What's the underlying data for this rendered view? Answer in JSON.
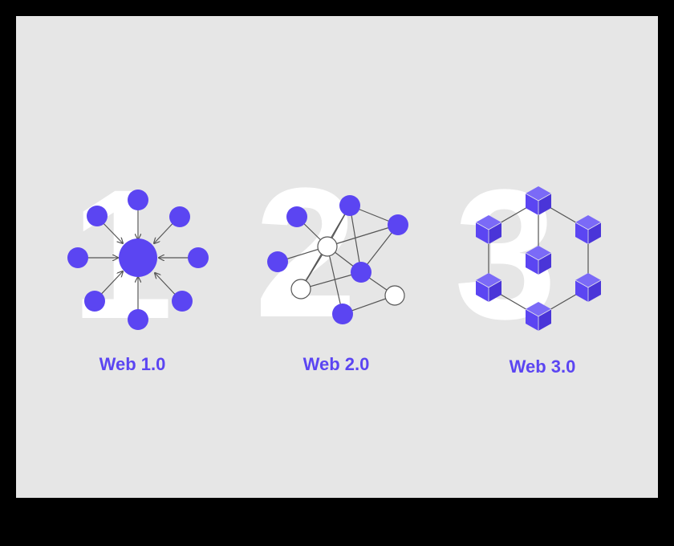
{
  "colors": {
    "background": "#e6e6e6",
    "frame": "#000000",
    "accent": "#5b45f2",
    "digit": "#ffffff",
    "line": "#555555"
  },
  "diagrams": [
    {
      "digit": "1",
      "label": "Web 1.0",
      "topology": "centralized",
      "icon": "hub-and-spoke-icon"
    },
    {
      "digit": "2",
      "label": "Web 2.0",
      "topology": "distributed-network",
      "icon": "network-graph-icon"
    },
    {
      "digit": "3",
      "label": "Web 3.0",
      "topology": "decentralized-blocks",
      "icon": "blockchain-cubes-icon"
    }
  ]
}
